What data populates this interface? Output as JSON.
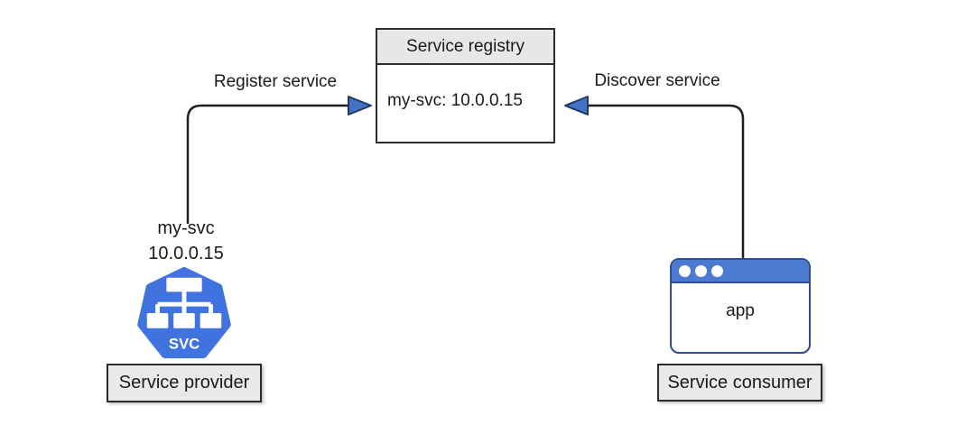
{
  "registry": {
    "title": "Service registry",
    "entry": "my-svc: 10.0.0.15"
  },
  "edges": {
    "register": {
      "label": "Register service"
    },
    "discover": {
      "label": "Discover service"
    }
  },
  "provider": {
    "service_name": "my-svc",
    "service_ip": "10.0.0.15",
    "icon_label": "SVC",
    "caption": "Service provider"
  },
  "consumer": {
    "app_label": "app",
    "caption": "Service consumer"
  },
  "colors": {
    "arrowhead_blue": "#4472c4",
    "arrowhead_outline": "#1f3864",
    "line_dark": "#1f1f1f",
    "k8s_icon_blue": "#4173df",
    "titlebar_blue": "#4a7bd0",
    "window_outline_navy": "#2e4d8f",
    "caption_box_gray": "#e9e9e9",
    "registry_header_gray": "#e7e7e7"
  }
}
